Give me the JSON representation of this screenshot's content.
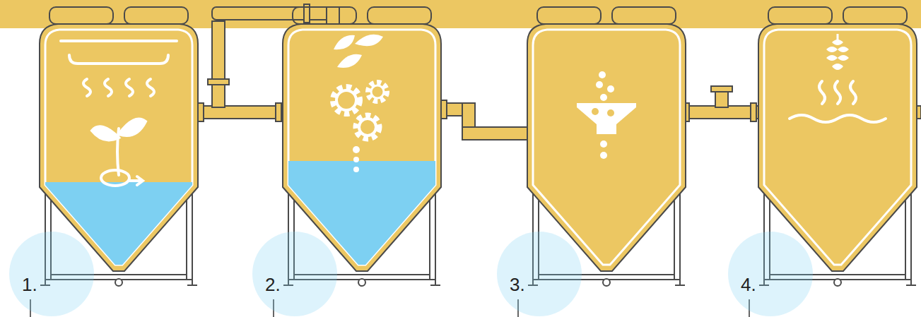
{
  "diagram": {
    "nodes": [
      {
        "text": [
          "1."
        ]
      },
      {
        "text": [
          "2."
        ]
      },
      {
        "text": [
          "3."
        ]
      },
      {
        "text": [
          "4."
        ]
      }
    ]
  }
}
